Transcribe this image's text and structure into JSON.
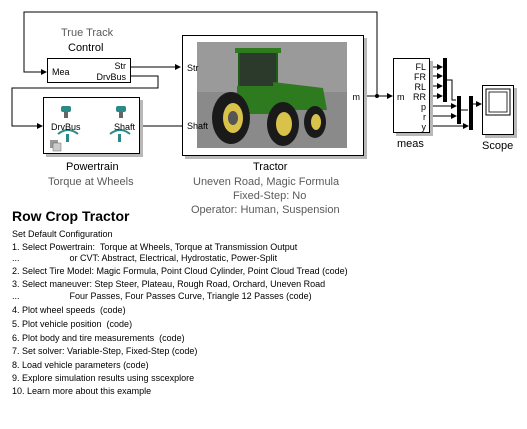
{
  "diagram": {
    "control_block": {
      "title1": "True Track",
      "title2": "Control",
      "in_port": "Mea",
      "out_port1": "Str",
      "out_port2": "DrvBus"
    },
    "powertrain_block": {
      "port_left": "DrvBus",
      "port_right": "Shaft",
      "name": "Powertrain",
      "subtitle": "Torque at Wheels"
    },
    "tractor_block": {
      "in_port1": "Str",
      "in_port2": "Shaft",
      "out_port": "m",
      "name": "Tractor",
      "sub1": "Uneven Road, Magic Formula",
      "sub2": "Fixed-Step: No",
      "sub3": "Operator: Human, Suspension"
    },
    "meas_block": {
      "in_port": "m",
      "outputs": [
        "FL",
        "FR",
        "RL",
        "RR",
        "p",
        "r",
        "y"
      ],
      "name": "meas"
    },
    "scope_block": {
      "name": "Scope"
    }
  },
  "panel": {
    "title": "Row Crop Tractor",
    "header": "Set Default Configuration",
    "lines": [
      "1. Select Powertrain:  Torque at Wheels, Torque at Transmission Output",
      "...                    or CVT: Abstract, Electrical, Hydrostatic, Power-Split",
      "2. Select Tire Model: Magic Formula, Point Cloud Cylinder, Point Cloud Tread (code)",
      "3. Select maneuver: Step Steer, Plateau, Rough Road, Orchard, Uneven Road",
      "...                    Four Passes, Four Passes Curve, Triangle 12 Passes (code)",
      "4. Plot wheel speeds  (code)",
      "5. Plot vehicle position  (code)",
      "6. Plot body and tire measurements  (code)",
      "7. Set solver: Variable-Step, Fixed-Step (code)",
      "8. Load vehicle parameters (code)",
      "9. Explore simulation results using sscexplore",
      "10. Learn more about this example"
    ]
  },
  "colors": {
    "tractor_green": "#2e7a1f",
    "background_gray": "#8a8a8a",
    "wheel_teal": "#2a8a8a"
  }
}
